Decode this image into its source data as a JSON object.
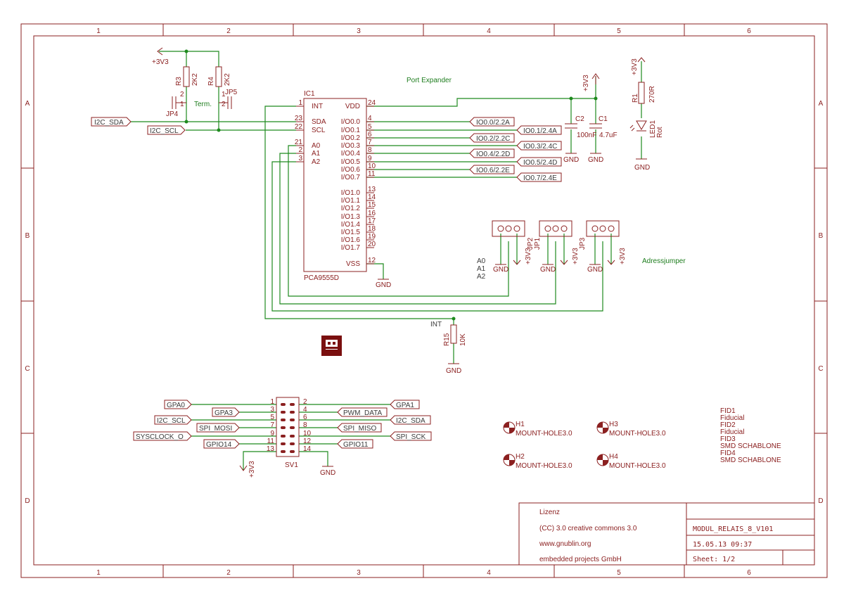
{
  "frame": {
    "columns": [
      "1",
      "2",
      "3",
      "4",
      "5",
      "6"
    ],
    "rows": [
      "A",
      "B",
      "C",
      "D"
    ]
  },
  "title_block": {
    "license_heading": "Lizenz",
    "license_text": "(CC) 3.0 creative commons 3.0",
    "url": "www.gnublin.org",
    "company": "embedded projects GmbH",
    "project_name": "MODUL_RELAIS_8_V101",
    "date": "15.05.13 09:37",
    "sheet": "Sheet: 1/2"
  },
  "labels": {
    "port_expander": "Port Expander",
    "adressjumper": "Adressjumper",
    "term": "Term."
  },
  "ic1": {
    "ref": "IC1",
    "value": "PCA9555D",
    "left_pins": [
      {
        "num": "1",
        "name": "INT"
      },
      {
        "num": "23",
        "name": "SDA"
      },
      {
        "num": "22",
        "name": "SCL"
      },
      {
        "num": "21",
        "name": "A0"
      },
      {
        "num": "2",
        "name": "A1"
      },
      {
        "num": "3",
        "name": "A2"
      }
    ],
    "right_pins": [
      {
        "num": "24",
        "name": "VDD"
      },
      {
        "num": "4",
        "name": "I/O0.0"
      },
      {
        "num": "5",
        "name": "I/O0.1"
      },
      {
        "num": "6",
        "name": "I/O0.2"
      },
      {
        "num": "7",
        "name": "I/O0.3"
      },
      {
        "num": "8",
        "name": "I/O0.4"
      },
      {
        "num": "9",
        "name": "I/O0.5"
      },
      {
        "num": "10",
        "name": "I/O0.6"
      },
      {
        "num": "11",
        "name": "I/O0.7"
      },
      {
        "num": "13",
        "name": "I/O1.0"
      },
      {
        "num": "14",
        "name": "I/O1.1"
      },
      {
        "num": "15",
        "name": "I/O1.2"
      },
      {
        "num": "16",
        "name": "I/O1.3"
      },
      {
        "num": "17",
        "name": "I/O1.4"
      },
      {
        "num": "18",
        "name": "I/O1.5"
      },
      {
        "num": "19",
        "name": "I/O1.6"
      },
      {
        "num": "20",
        "name": "I/O1.7"
      },
      {
        "num": "12",
        "name": "VSS"
      }
    ]
  },
  "io_nets": [
    "IO0.0/2.2A",
    "IO0.1/2.4A",
    "IO0.2/2.2C",
    "IO0.3/2.4C",
    "IO0.4/2.2D",
    "IO0.5/2.4D",
    "IO0.6/2.2E",
    "IO0.7/2.4E"
  ],
  "i2c_left": {
    "sda": "I2C_SDA",
    "scl": "I2C_SCL"
  },
  "power": {
    "v33": "+3V3",
    "gnd": "GND"
  },
  "resistors": {
    "r3": {
      "ref": "R3",
      "value": "2K2"
    },
    "r4": {
      "ref": "R4",
      "value": "2K2"
    },
    "r1": {
      "ref": "R1",
      "value": "270R"
    },
    "r15": {
      "ref": "R15",
      "value": "10K"
    }
  },
  "jumpers": {
    "jp4": "JP4",
    "jp5": "JP5",
    "jp1": "JP1",
    "jp2": "JP2",
    "jp3": "JP3",
    "pin1": "1",
    "pin2": "2"
  },
  "caps": {
    "c2": {
      "ref": "C2",
      "value": "100nF"
    },
    "c1": {
      "ref": "C1",
      "value": "4.7uF"
    }
  },
  "led": {
    "ref": "LED1",
    "value": "Rot"
  },
  "int_label": "INT",
  "addr_labels": [
    "A0",
    "A1",
    "A2"
  ],
  "sv1": {
    "ref": "SV1",
    "left_nets": [
      "GPA0",
      "GPA3",
      "I2C_SCL",
      "SPI_MOSI",
      "SYSCLOCK_O",
      "GPIO14"
    ],
    "left_pins": [
      "1",
      "3",
      "5",
      "7",
      "9",
      "11",
      "13"
    ],
    "right_pins": [
      "2",
      "4",
      "6",
      "8",
      "10",
      "12",
      "14"
    ],
    "right_inner_nets": [
      "PWM_DATA",
      "SPI_MISO",
      "GPIO11"
    ],
    "right_outer_nets": [
      "GPA1",
      "I2C_SDA",
      "SPI_SCK"
    ]
  },
  "mount_holes": [
    {
      "ref": "H1",
      "value": "MOUNT-HOLE3.0"
    },
    {
      "ref": "H3",
      "value": "MOUNT-HOLE3.0"
    },
    {
      "ref": "H2",
      "value": "MOUNT-HOLE3.0"
    },
    {
      "ref": "H4",
      "value": "MOUNT-HOLE3.0"
    }
  ],
  "fiducials": [
    "FID1",
    "Fiducial",
    "FID2",
    "Fiducial",
    "FID3",
    "SMD SCHABLONE",
    "FID4",
    "SMD SCHABLONE"
  ],
  "colors": {
    "border": "#8b2020",
    "wire": "#1e8a1e",
    "net_label": "#3a3a3a"
  }
}
